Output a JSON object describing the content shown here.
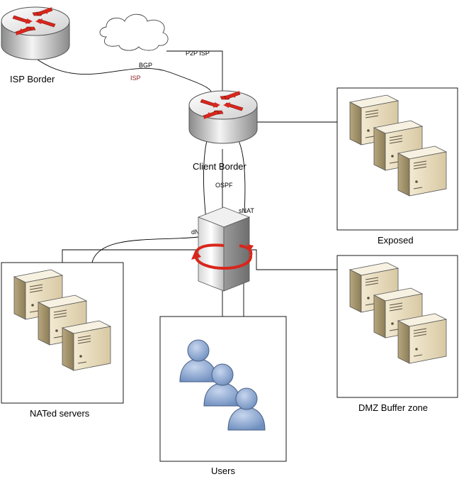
{
  "nodes": {
    "isp_border": "ISP Border",
    "client_border": "Client Border",
    "exposed": "Exposed",
    "dmz": "DMZ Buffer zone",
    "nated": "NATed servers",
    "users": "Users"
  },
  "links": {
    "p2p_isp": "P2P ISP",
    "bgp": "BGP",
    "isp": "ISP",
    "ospf": "OSPF",
    "snat": "sNAT",
    "dnat": "dNAT"
  },
  "colors": {
    "router_red": "#d9261c",
    "server_beige": "#e8dcc0",
    "user_blue": "#8faad4",
    "line": "#000000"
  }
}
